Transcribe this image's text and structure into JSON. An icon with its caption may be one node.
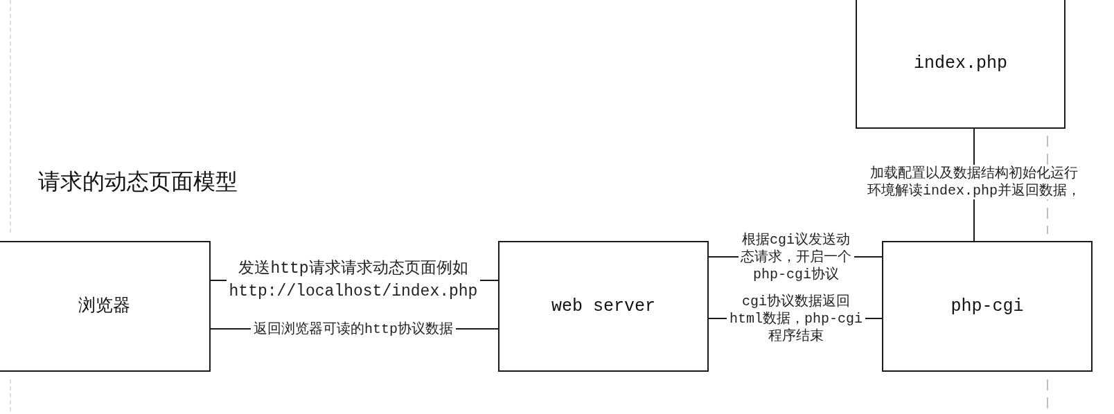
{
  "diagram": {
    "title": "请求的动态页面模型",
    "nodes": [
      {
        "text": [
          "index.php"
        ]
      },
      {
        "text": [
          "浏览器"
        ]
      },
      {
        "text": [
          "web server"
        ]
      },
      {
        "text": [
          "php-cgi"
        ]
      }
    ],
    "edges": [
      {
        "from": 1,
        "to": 2,
        "arrow": "none",
        "label": "发送http请求请求动态页面例如http://localhost/index.php"
      },
      {
        "from": 2,
        "to": 1,
        "arrow": "none",
        "label": "返回浏览器可读的http协议数据"
      },
      {
        "from": 2,
        "to": 3,
        "arrow": "none",
        "label": "根据cgi议发送动态请求，开启一个php-cgi协议"
      },
      {
        "from": 3,
        "to": 2,
        "arrow": "none",
        "label": "cgi协议数据返回html数据，php-cgi程序结束"
      },
      {
        "from": 3,
        "to": 0,
        "arrow": "none",
        "label": "加载配置以及数据结构初始化运行环境解读index.php并返回数据，"
      }
    ]
  }
}
